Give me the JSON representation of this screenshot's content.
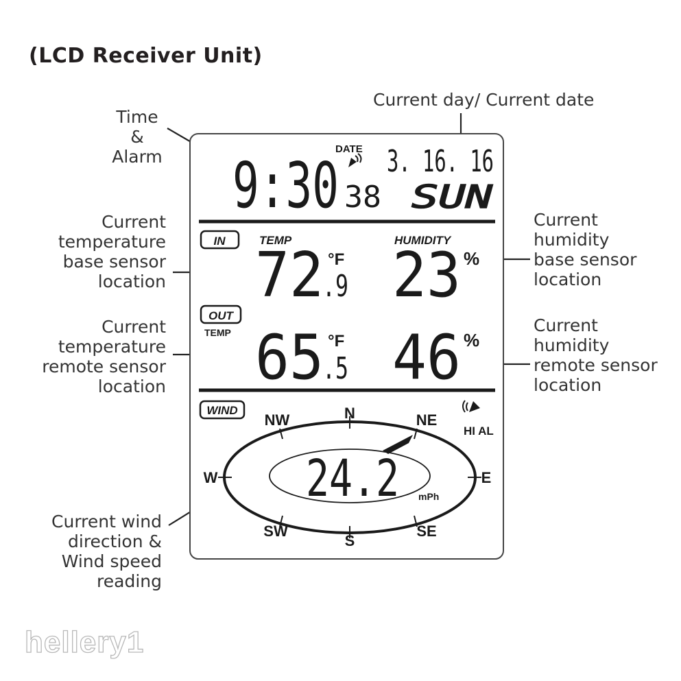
{
  "title": "(LCD Receiver Unit)",
  "callouts": {
    "time_alarm": "Time\n&\nAlarm",
    "day_date": "Current day/ Current date",
    "temp_base": "Current\ntemperature\nbase sensor\nlocation",
    "humidity_base": "Current\nhumidity\nbase sensor\nlocation",
    "temp_remote": "Current\ntemperature\nremote sensor\nlocation",
    "humidity_remote": "Current\nhumidity\nremote sensor\nlocation",
    "wind": "Current wind\ndirection &\nWind speed\nreading"
  },
  "display": {
    "date_label": "DATE",
    "time_hm": "9:30",
    "time_sec": "38",
    "date": "3. 16. 16",
    "day": "SUN",
    "in_badge": "IN",
    "temp_label": "TEMP",
    "humidity_label": "HUMIDITY",
    "in_temp_whole": "72",
    "in_temp_decimal": ".9",
    "temp_unit": "°F",
    "in_humidity": "23",
    "humidity_unit": "%",
    "out_badge": "OUT",
    "out_temp_label": "TEMP",
    "out_temp_whole": "65",
    "out_temp_decimal": ".5",
    "out_humidity": "46",
    "wind_badge": "WIND",
    "hi_al": "HI AL",
    "wind_speed": "24.2",
    "wind_unit": "mPh",
    "compass": {
      "n": "N",
      "ne": "NE",
      "e": "E",
      "se": "SE",
      "s": "S",
      "sw": "SW",
      "w": "W",
      "nw": "NW"
    }
  },
  "watermark": "hellery1"
}
